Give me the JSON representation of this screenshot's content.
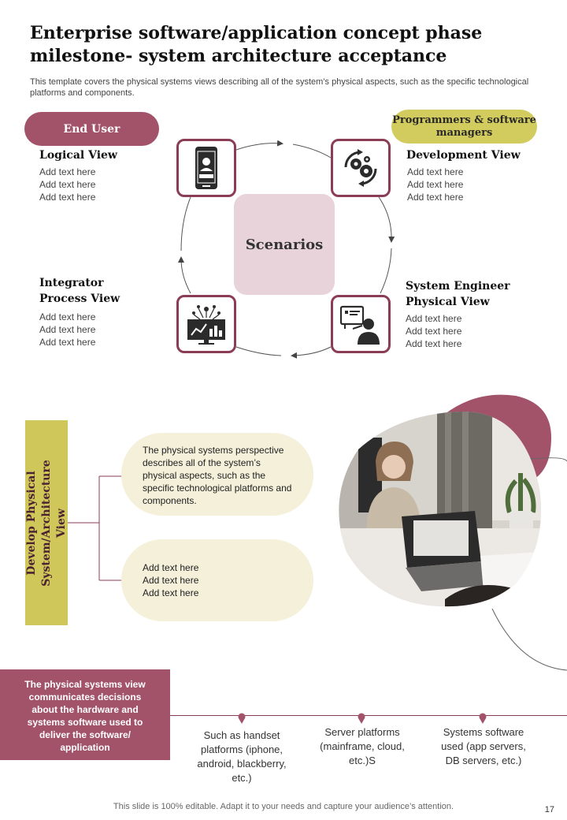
{
  "title": "Enterprise software/application concept phase milestone- system architecture acceptance",
  "subtitle": "This template covers the physical systems views describing all of the system’s physical aspects, such as the specific technological platforms and components.",
  "roles": {
    "end_user": "End User",
    "programmers": "Programmers & software managers"
  },
  "views": {
    "logical": {
      "title": "Logical View",
      "items": [
        "Add text here",
        "Add text here",
        "Add text here"
      ]
    },
    "development": {
      "title": "Development View",
      "items": [
        "Add text here",
        "Add text here",
        "Add text here"
      ]
    },
    "integrator": {
      "title": "Integrator Process View",
      "items": [
        "Add text here",
        "Add text here",
        "Add text here"
      ]
    },
    "system_engineer": {
      "title": "System Engineer Physical View",
      "items": [
        "Add text here",
        "Add text here",
        "Add text here"
      ]
    }
  },
  "center_label": "Scenarios",
  "icons": [
    "smartphone-user-icon",
    "gears-cycle-icon",
    "analytics-monitor-icon",
    "presenter-screen-icon"
  ],
  "side_label": "Develop Physical System/Architecture View",
  "cream_boxes": [
    "The physical systems perspective describes all of the system’s physical aspects, such as the specific technological platforms and components.",
    "Add text here\nAdd text here\nAdd text here"
  ],
  "bottom_box": "The physical systems view communicates decisions about the hardware and systems software used to deliver the software/ application",
  "bottom_items": [
    "Such as handset platforms (iphone, android, blackberry, etc.)",
    "Server platforms (mainframe, cloud, etc.)S",
    "Systems software used (app servers, DB servers, etc.)"
  ],
  "footer": "This slide is 100% editable. Adapt it to your needs and capture your audience’s attention.",
  "page_number": "17",
  "colors": {
    "accent": "#a2536a",
    "accent_dark": "#8a3d55",
    "yellow": "#cfc75a",
    "cream": "#f4f0d9",
    "pink": "#e8d3da"
  }
}
